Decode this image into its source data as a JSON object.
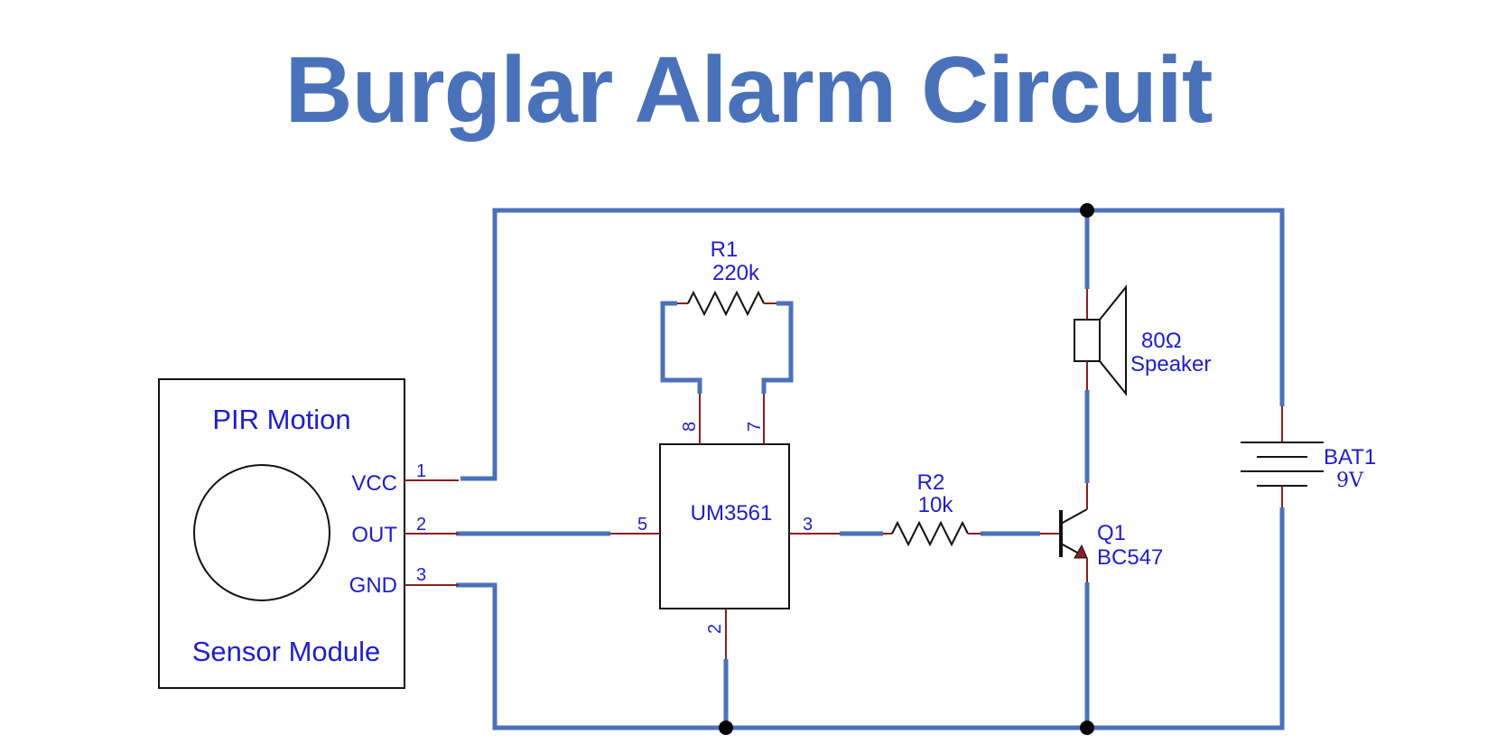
{
  "title": "Burglar Alarm Circuit",
  "colors": {
    "wire": "#4a72ba",
    "lead": "#8b1f1f",
    "label": "#1e1ecc",
    "title": "#4a72ba"
  },
  "pir": {
    "top_label": "PIR Motion",
    "bottom_label": "Sensor Module",
    "pins": [
      {
        "number": "1",
        "name": "VCC"
      },
      {
        "number": "2",
        "name": "OUT"
      },
      {
        "number": "3",
        "name": "GND"
      }
    ]
  },
  "ic": {
    "name": "UM3561",
    "pins": {
      "top_left": "8",
      "top_right": "7",
      "left": "5",
      "right": "3",
      "bottom": "2"
    }
  },
  "r1": {
    "ref": "R1",
    "value": "220k"
  },
  "r2": {
    "ref": "R2",
    "value": "10k"
  },
  "speaker": {
    "value": "80Ω",
    "label": "Speaker"
  },
  "transistor": {
    "ref": "Q1",
    "part": "BC547"
  },
  "battery": {
    "ref": "BAT1",
    "value": "9V"
  }
}
